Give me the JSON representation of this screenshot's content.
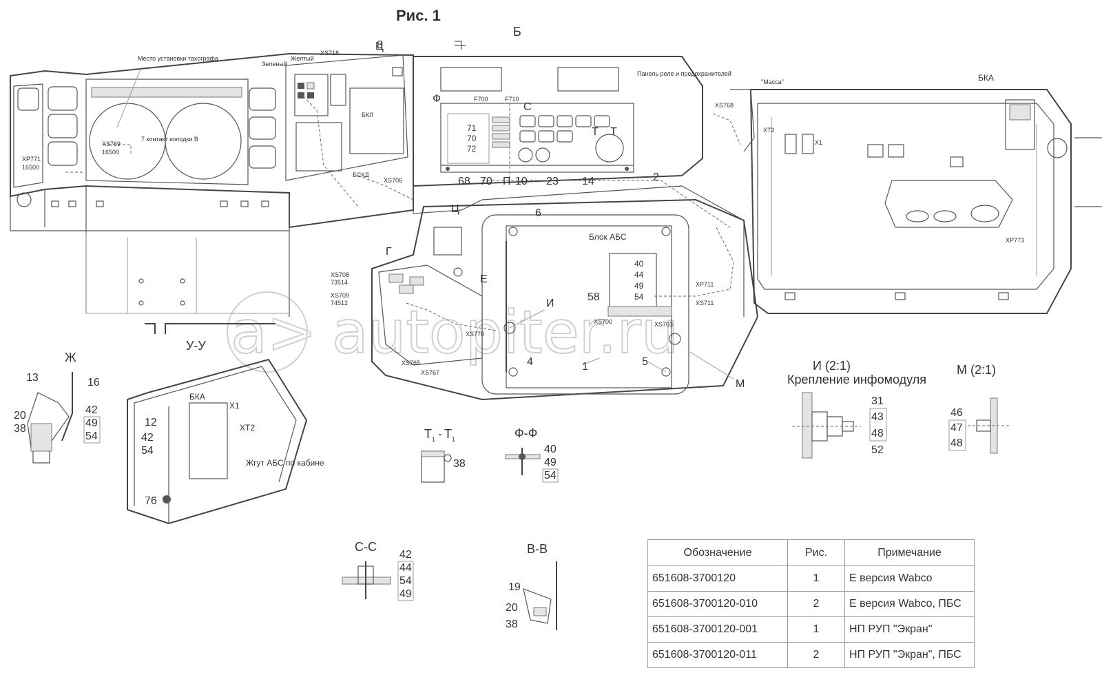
{
  "figure_title": "Рис. 1",
  "watermark": "autopiter.ru",
  "watermark_mark": "a>",
  "callouts": {
    "section_marks": [
      "Ц",
      "Б",
      "Ф",
      "С",
      "Ц",
      "Г",
      "Е",
      "И",
      "М",
      "Т",
      "Т"
    ],
    "numbers_main": [
      "8",
      "71",
      "70",
      "72",
      "68",
      "70",
      "П",
      "10",
      "23",
      "14",
      "2",
      "6",
      "40",
      "44",
      "49",
      "54",
      "58",
      "4",
      "1",
      "5"
    ],
    "text_labels": [
      "Место установки тахографа",
      "Зеленый",
      "Желтый",
      "XS718",
      "БКЛ",
      "БСКД",
      "XS706",
      "XS769",
      "16500",
      "7 контакт колодки В",
      "XP771",
      "16500",
      "F700",
      "F710",
      "Панель реле и предохранителей",
      "XS768",
      "\"Масса\"",
      "XT2",
      "X1",
      "БКА",
      "XP773",
      "Блок АБС",
      "XS708",
      "73514",
      "XS709",
      "74512",
      "XP711",
      "XS711",
      "XS700",
      "XS703",
      "XS770",
      "XS765",
      "XS767"
    ]
  },
  "details": {
    "zh": {
      "title": "Ж",
      "labels": [
        "13",
        "16",
        "20",
        "38",
        "42",
        "49",
        "54"
      ]
    },
    "uu": {
      "title": "У-У",
      "labels": [
        "БКА",
        "X1",
        "XT2",
        "12",
        "42",
        "54",
        "Жгут АБС по кабине",
        "76"
      ]
    },
    "tt": {
      "title": "Т",
      "sub": "1",
      "dash": "-",
      "labels": [
        "38"
      ]
    },
    "ff": {
      "title": "Ф-Ф",
      "labels": [
        "40",
        "49",
        "54"
      ]
    },
    "i21": {
      "title": "И (2:1)",
      "subtitle": "Крепление инфомодуля",
      "labels": [
        "31",
        "43",
        "48",
        "52"
      ]
    },
    "m21": {
      "title": "М (2:1)",
      "labels": [
        "46",
        "47",
        "48"
      ]
    },
    "cc": {
      "title": "С-С",
      "labels": [
        "42",
        "44",
        "54",
        "49"
      ]
    },
    "vv": {
      "title": "В-В",
      "labels": [
        "19",
        "20",
        "38"
      ]
    }
  },
  "table": {
    "headers": [
      "Обозначение",
      "Рис.",
      "Примечание"
    ],
    "rows": [
      [
        "651608-3700120",
        "1",
        "Е версия Wabco"
      ],
      [
        "651608-3700120-010",
        "2",
        "Е версия Wabco, ПБС"
      ],
      [
        "651608-3700120-001",
        "1",
        "НП РУП \"Экран\""
      ],
      [
        "651608-3700120-011",
        "2",
        "НП РУП \"Экран\", ПБС"
      ]
    ]
  }
}
